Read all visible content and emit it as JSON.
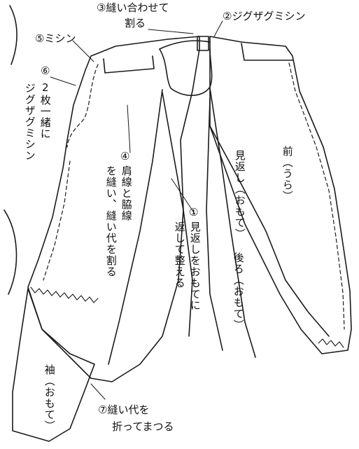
{
  "annotations": {
    "step1": {
      "marker": "①",
      "line1": "見返しをおもてに",
      "line2": "返して整える"
    },
    "step2": {
      "marker": "②",
      "text": "ジグザグミシン"
    },
    "step3": {
      "marker": "③",
      "line1": "縫い合わせて",
      "line2": "割る"
    },
    "step4": {
      "marker": "④",
      "line1": "肩線と脇線",
      "line2": "を縫い、縫い代を割る"
    },
    "step5": {
      "marker": "⑤",
      "text": "ミシン"
    },
    "step6": {
      "marker": "⑥",
      "line1": "2枚一緒に",
      "line2": "ジグザグミシン"
    },
    "step7": {
      "marker": "⑦",
      "line1": "縫い代を",
      "line2": "折ってまつる"
    }
  },
  "parts": {
    "front": "前（うら）",
    "facing": "見返し（おもて）",
    "back": "後ろ（おもて）",
    "sleeve": "袖（おもて）"
  }
}
